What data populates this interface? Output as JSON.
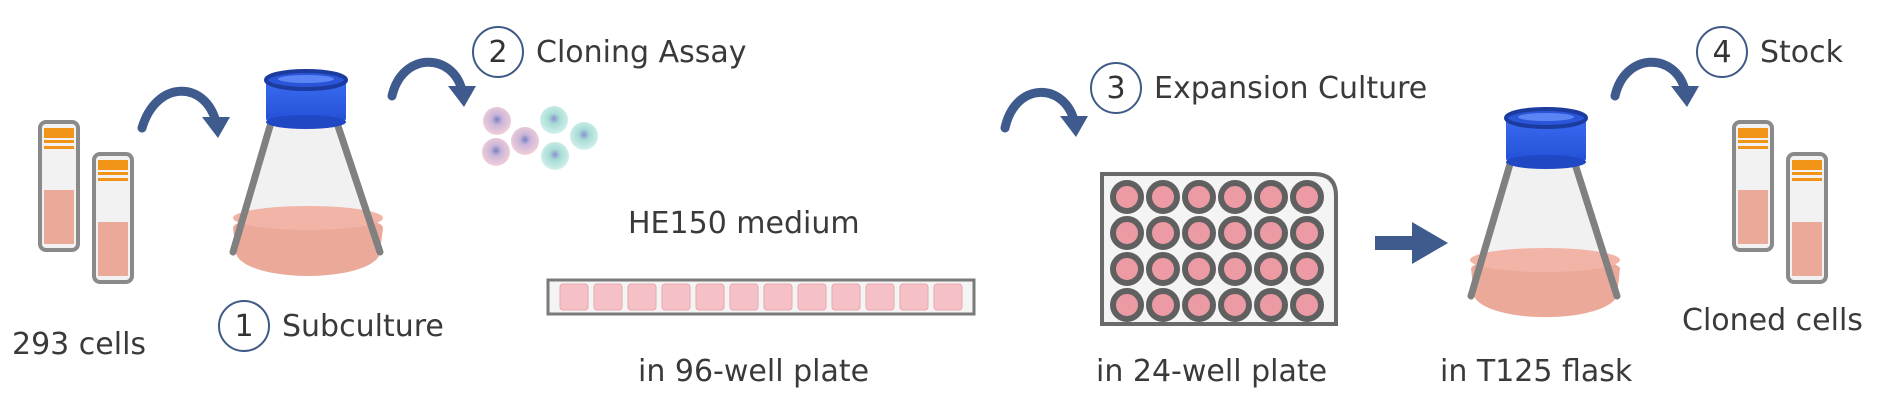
{
  "labels": {
    "cells293": "293 cells",
    "medium": "HE150 medium",
    "plate96": "in 96-well plate",
    "plate24": "in 24-well plate",
    "flask": "in T125 flask",
    "cloned": "Cloned cells"
  },
  "steps": [
    {
      "num": "1",
      "label": "Subculture"
    },
    {
      "num": "2",
      "label": "Cloning Assay"
    },
    {
      "num": "3",
      "label": "Expansion Culture"
    },
    {
      "num": "4",
      "label": "Stock"
    }
  ],
  "colors": {
    "arrow": "#3f5a8c",
    "cap": "#2f5ee6",
    "medium": "#eaa999",
    "flask_outline": "#808080",
    "well_fill": "#ec9aa3",
    "well_ring": "#606060",
    "vial_cap": "#f29418"
  }
}
